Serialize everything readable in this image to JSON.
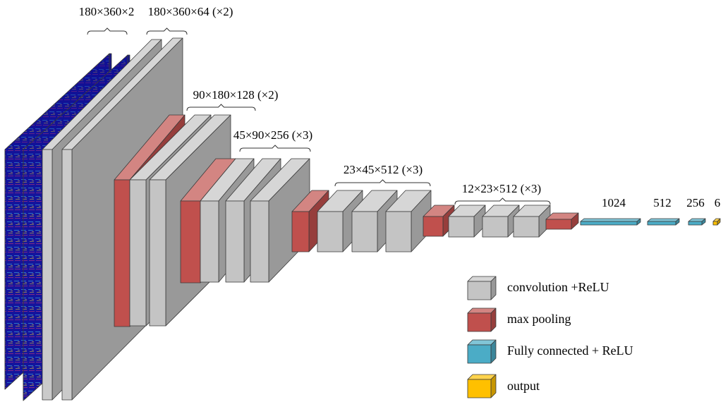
{
  "colors": {
    "conv": "#c4c4c4",
    "pool": "#c0504d",
    "fc": "#4bacc6",
    "output": "#ffc000",
    "input_dark": "#1a1aa8"
  },
  "layer_labels": {
    "input": "180×360×2",
    "conv1": "180×360×64 (×2)",
    "conv2": "90×180×128 (×2)",
    "conv3": "45×90×256 (×3)",
    "conv4": "23×45×512 (×3)",
    "conv5": "12×23×512 (×3)",
    "fc1": "1024",
    "fc2": "512",
    "fc3": "256",
    "out": "6"
  },
  "legend": {
    "conv": "convolution +ReLU",
    "pool": "max pooling",
    "fc": "Fully connected + ReLU",
    "output": "output"
  }
}
